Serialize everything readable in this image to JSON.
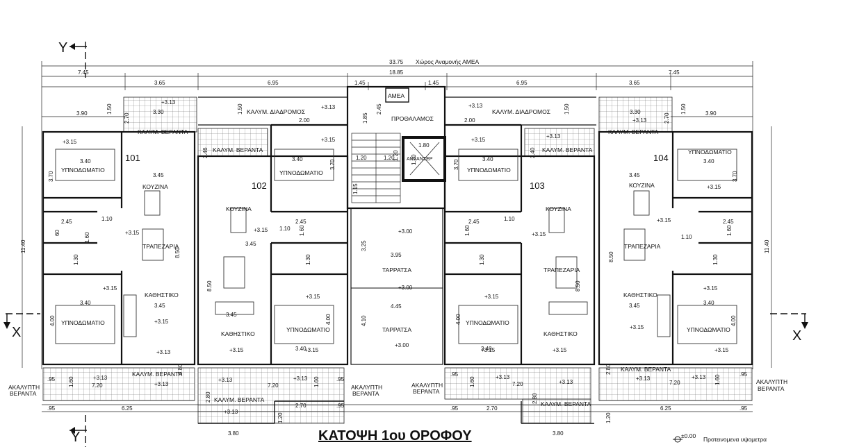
{
  "plan": {
    "title": "ΚΑΤΟΨΗ 1ου ΟΡΟΦΟΥ",
    "legend": {
      "value": "±0.00",
      "label": "Προτεινομενα υψομετρα"
    },
    "axes": {
      "y_top": "Y",
      "y_bottom": "Y",
      "x_left": "X",
      "x_right": "X"
    },
    "core": {
      "amea_wait": "Χώρος Αναμονής ΑΜΕΑ",
      "amea": "ΑΜΕΑ",
      "lobby": "ΠΡΟΘΑΛΑΜΟΣ",
      "elevator": "ΑΝΣΑΝΣΕΡ",
      "terrace_1": "ΤΑΡΡΑΤΣΑ",
      "terrace_2": "ΤΑΡΡΑΤΣΑ"
    },
    "apartments": [
      "101",
      "102",
      "103",
      "104"
    ],
    "rooms": {
      "bedroom": "ΥΠΝΟΔΩΜΑΤΙΟ",
      "kitchen": "ΚΟΥΖΙΝΑ",
      "dining": "ΤΡΑΠΕΖΑΡΙΑ",
      "living": "ΚΑΘΗΣΤΙΚΟ",
      "covered_veranda": "ΚΑΛΥΜ. ΒΕΡΑΝΤΑ",
      "covered_corridor": "ΚΑΛΥΜ. ΔΙΑΔΡΟΜΟΣ",
      "open_veranda_1": "ΑΚΑΛΥΠΤΗ",
      "open_veranda_2": "ΒΕΡΑΝΤΑ"
    },
    "levels": {
      "l315": "+3.15",
      "l313": "+3.13",
      "l300": "+3.00"
    },
    "dims": {
      "total_width": "33.75",
      "mid_width": "18.85",
      "d745": "7.45",
      "d365": "3.65",
      "d695": "6.95",
      "d145": "1.45",
      "d390": "3.90",
      "d150": "1.50",
      "d330": "3.30",
      "d270": "2.70",
      "d200": "2.00",
      "d185": "1.85",
      "d245": "2.45",
      "d340": "3.40",
      "d370": "3.70",
      "d345": "3.45",
      "d246": "2.46",
      "d240": "2.40",
      "d180": "1.80",
      "d120": "1.20",
      "d110": "1.10",
      "d160": "1.60",
      "d130": "1.30",
      "d850": "8.50",
      "d1140": "11.40",
      "d395": "3.95",
      "d445": "4.45",
      "d325": "3.25",
      "d410": "4.10",
      "d115": "1.15",
      "d400": "4.00",
      "d280": "2.80",
      "d095": ".95",
      "d720": "7.20",
      "d625": "6.25",
      "d380": "3.80",
      "d060": "60"
    }
  }
}
